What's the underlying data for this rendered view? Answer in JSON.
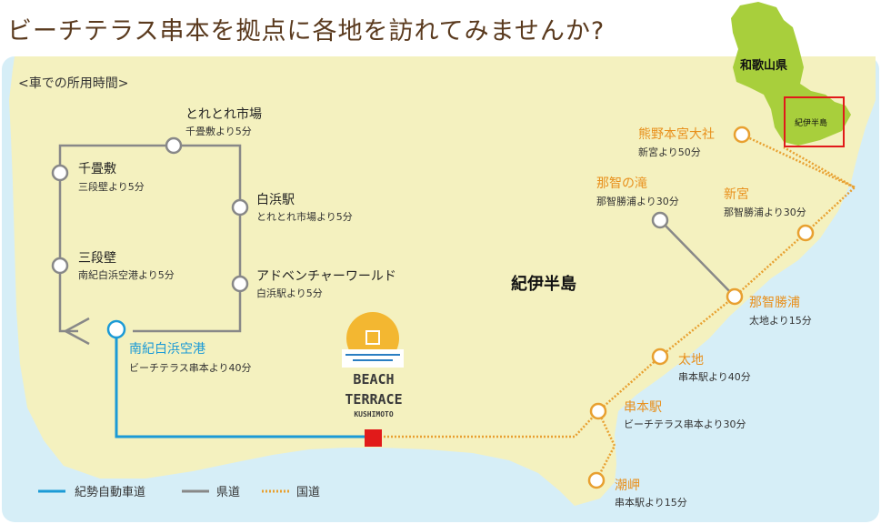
{
  "headline": "ビーチテラス串本を拠点に各地を訪れてみませんか?",
  "section_title": "<車での所用時間>",
  "region_label": "紀伊半島",
  "inset": {
    "prefecture": "和歌山県",
    "box_label": "紀伊半島"
  },
  "logo": {
    "line1": "BEACH",
    "line2": "TERRACE",
    "line3": "KUSHIMOTO"
  },
  "legend": [
    {
      "label": "紀勢自動車道",
      "color": "#1b9ad6",
      "style": "solid"
    },
    {
      "label": "県道",
      "color": "#888888",
      "style": "solid"
    },
    {
      "label": "国道",
      "color": "#e8a030",
      "style": "dotted"
    }
  ],
  "colors": {
    "sea": "#d6eef7",
    "land": "#f4f1bf",
    "expressway": "#1b9ad6",
    "prefectural": "#888888",
    "national": "#e8a030",
    "marker": "#e11a1a",
    "inset_land": "#a8cf3c"
  },
  "stops": {
    "torere": {
      "name": "とれとれ市場",
      "time": "千畳敷より5分"
    },
    "senjojiki": {
      "name": "千畳敷",
      "time": "三段壁より5分"
    },
    "shirahama": {
      "name": "白浜駅",
      "time": "とれとれ市場より5分"
    },
    "sandanbeki": {
      "name": "三段壁",
      "time": "南紀白浜空港より5分"
    },
    "adventure": {
      "name": "アドベンチャーワールド",
      "time": "白浜駅より5分"
    },
    "airport": {
      "name": "南紀白浜空港",
      "time": "ビーチテラス串本より40分"
    },
    "kumano": {
      "name": "熊野本宮大社",
      "time": "新宮より50分"
    },
    "nachi_falls": {
      "name": "那智の滝",
      "time": "那智勝浦より30分"
    },
    "shingu": {
      "name": "新宮",
      "time": "那智勝浦より30分"
    },
    "katsuura": {
      "name": "那智勝浦",
      "time": "太地より15分"
    },
    "taiji": {
      "name": "太地",
      "time": "串本駅より40分"
    },
    "kushimoto_st": {
      "name": "串本駅",
      "time": "ビーチテラス串本より30分"
    },
    "shionomisaki": {
      "name": "潮岬",
      "time": "串本駅より15分"
    }
  }
}
